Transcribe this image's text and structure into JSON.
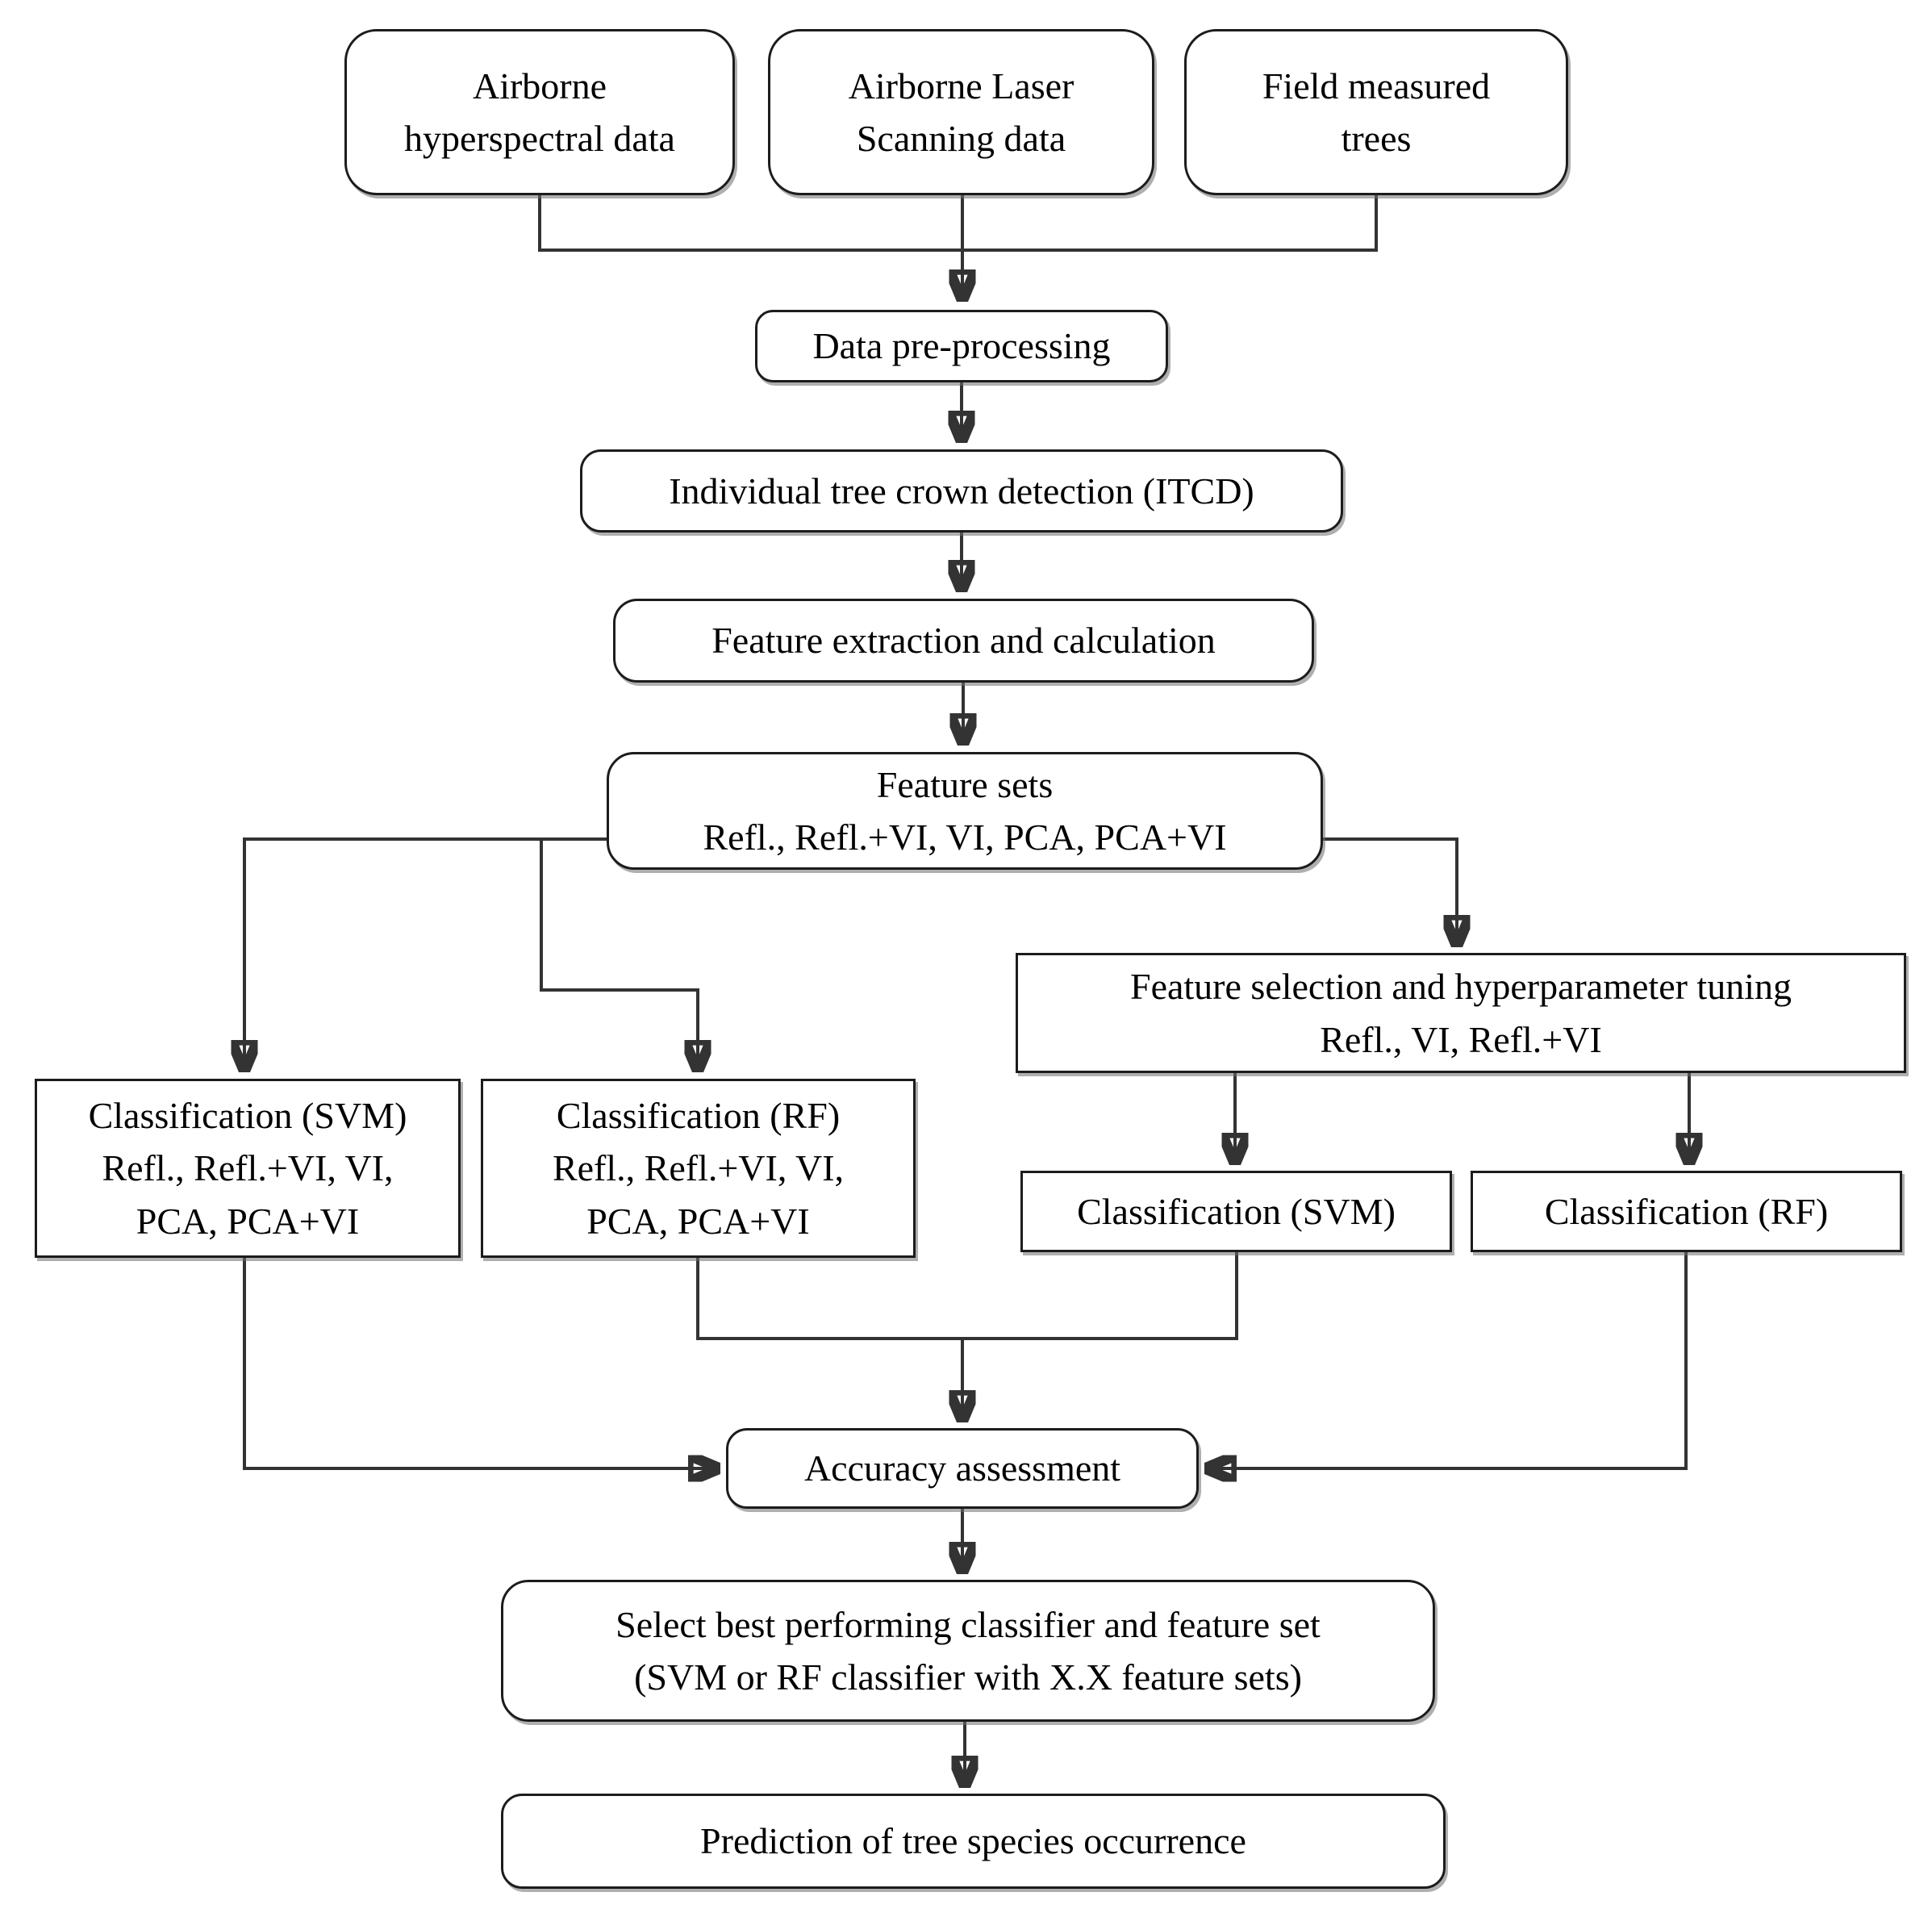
{
  "colors": {
    "ink": "#1c1c1c",
    "line": "#333333",
    "background": "#ffffff"
  },
  "nodes": {
    "airborne_hyperspectral": {
      "line1": "Airborne",
      "line2": "hyperspectral data"
    },
    "airborne_laser": {
      "line1": "Airborne Laser",
      "line2": "Scanning data"
    },
    "field_trees": {
      "line1": "Field measured",
      "line2": "trees"
    },
    "preprocessing": {
      "label": "Data pre-processing"
    },
    "itcd": {
      "label": "Individual tree crown detection (ITCD)"
    },
    "feature_extraction": {
      "label": "Feature extraction and calculation"
    },
    "feature_sets": {
      "line1": "Feature sets",
      "line2": "Refl., Refl.+VI, VI, PCA, PCA+VI"
    },
    "classification_svm_all": {
      "line1": "Classification (SVM)",
      "line2": "Refl., Refl.+VI, VI,",
      "line3": "PCA, PCA+VI"
    },
    "classification_rf_all": {
      "line1": "Classification (RF)",
      "line2": "Refl., Refl.+VI, VI,",
      "line3": "PCA, PCA+VI"
    },
    "feature_selection": {
      "line1": "Feature selection and hyperparameter tuning",
      "line2": "Refl., VI, Refl.+VI"
    },
    "classification_svm_sel": {
      "label": "Classification (SVM)"
    },
    "classification_rf_sel": {
      "label": "Classification (RF)"
    },
    "accuracy": {
      "label": "Accuracy assessment"
    },
    "select_best": {
      "line1": "Select best performing classifier and feature set",
      "line2": "(SVM or RF classifier with X.X feature sets)"
    },
    "prediction": {
      "label": "Prediction of tree species occurrence"
    }
  }
}
